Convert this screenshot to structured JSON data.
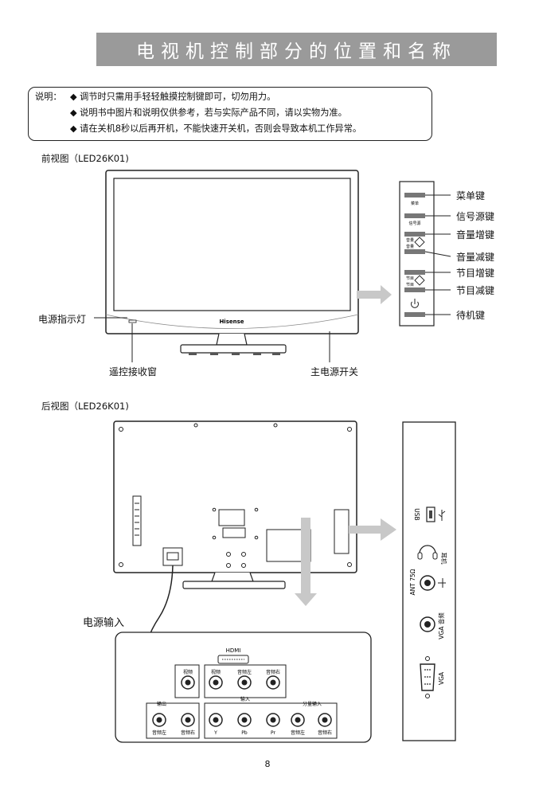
{
  "title": "电视机控制部分的位置和名称",
  "notes": {
    "label": "说明：",
    "items": [
      "调节时只需用手轻轻触摸控制键即可，切勿用力。",
      "说明书中图片和说明仅供参考，若与实际产品不同，请以实物为准。",
      "请在关机8秒以后再开机，不能快速开关机，否则会导致本机工作异常。"
    ]
  },
  "front": {
    "heading": "前视图（LED26K01)",
    "brand": "Hisense",
    "labels": {
      "power_led": "电源指示灯",
      "remote_sensor": "遥控接收窗",
      "main_switch": "主电源开关"
    },
    "keys": [
      {
        "small": "菜单",
        "name": "菜单键"
      },
      {
        "small": "信号源",
        "name": "信号源键"
      },
      {
        "small": "音量",
        "name": "音量增键"
      },
      {
        "small": "音量",
        "name": "音量减键"
      },
      {
        "small": "节目",
        "name": "节目增键"
      },
      {
        "small": "节目",
        "name": "节目减键"
      },
      {
        "small": "",
        "name": "待机键"
      }
    ]
  },
  "rear": {
    "heading": "后视图（LED26K01)",
    "power_input": "电源输入",
    "bottom_panel": {
      "hdmi": "HDMI",
      "video_top": "视频",
      "output_label": "输出",
      "input_label": "输入",
      "component_label": "分量输入",
      "in_video": "视频",
      "in_left": "音频左",
      "in_right": "音频右",
      "out_left": "音频左",
      "out_right": "音频右",
      "y": "Y",
      "pb": "Pb",
      "pr": "Pr",
      "comp_left": "音频左",
      "comp_right": "音频右"
    },
    "side_panel": {
      "usb": "USB",
      "earphone": "耳机",
      "ant": "ANT 75Ω",
      "vga_audio": "VGA 音频",
      "vga": "VGA"
    }
  },
  "page_number": "8"
}
